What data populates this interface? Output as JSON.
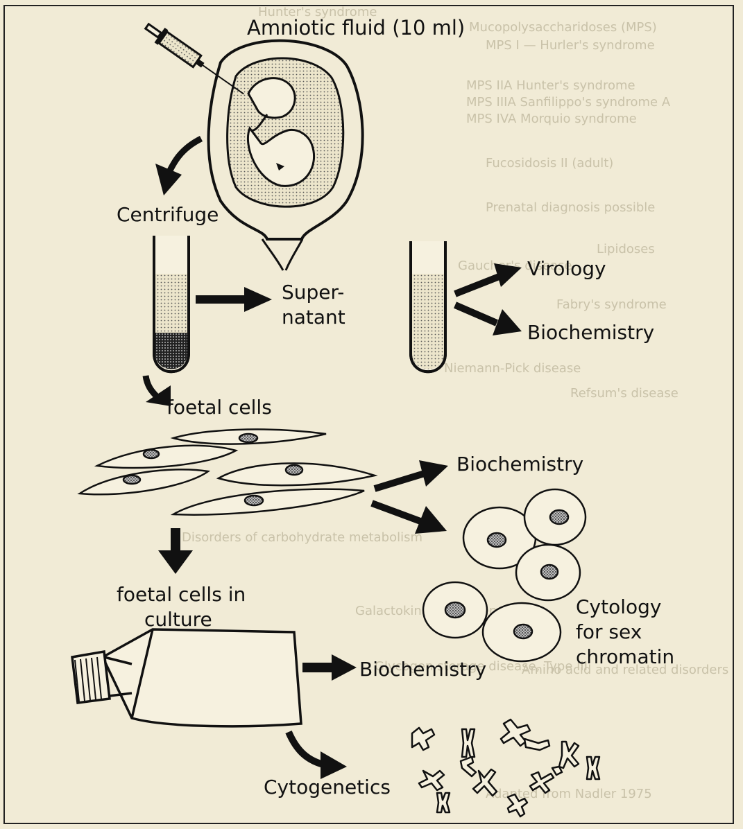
{
  "diagram": {
    "title": "Amniotic fluid (10 ml)",
    "steps": {
      "centrifuge": "Centrifuge",
      "supernatant_line1": "Super-",
      "supernatant_line2": "natant",
      "virology": "Virology",
      "biochemistry_supernatant": "Biochemistry",
      "foetal_cells": "foetal cells",
      "biochemistry_cells": "Biochemistry",
      "foetal_cells_culture_line1": "foetal cells in",
      "foetal_cells_culture_line2": "culture",
      "cytology_line1": "Cytology",
      "cytology_line2": "for sex",
      "cytology_line3": "chromatin",
      "biochemistry_culture": "Biochemistry",
      "cytogenetics": "Cytogenetics"
    }
  },
  "show_through_text": [
    "Hunter's syndrome",
    "Mucopolysaccharidoses (MPS)",
    "MPS I — Hurler's syndrome",
    "MPS IIA Hunter's syndrome",
    "MPS IIIA Sanfilippo's syndrome A",
    "MPS IVA Morquio syndrome",
    "Fucosidosis II (adult)",
    "Prenatal diagnosis possible",
    "Lipidoses",
    "Gaucher's disease",
    "Fabry's syndrome",
    "Niemann-Pick disease",
    "Refsum's disease",
    "Disorders of carbohydrate metabolism",
    "Galactokinase deficiency",
    "Glycogen storage disease, Type III",
    "Amino acid and related disorders",
    "Adapted from Nadler 1975"
  ],
  "colors": {
    "paper": "#f1ebd6",
    "ink": "#111111",
    "fluid": "#e9e2c8",
    "bleed": "#c9c2a9"
  }
}
